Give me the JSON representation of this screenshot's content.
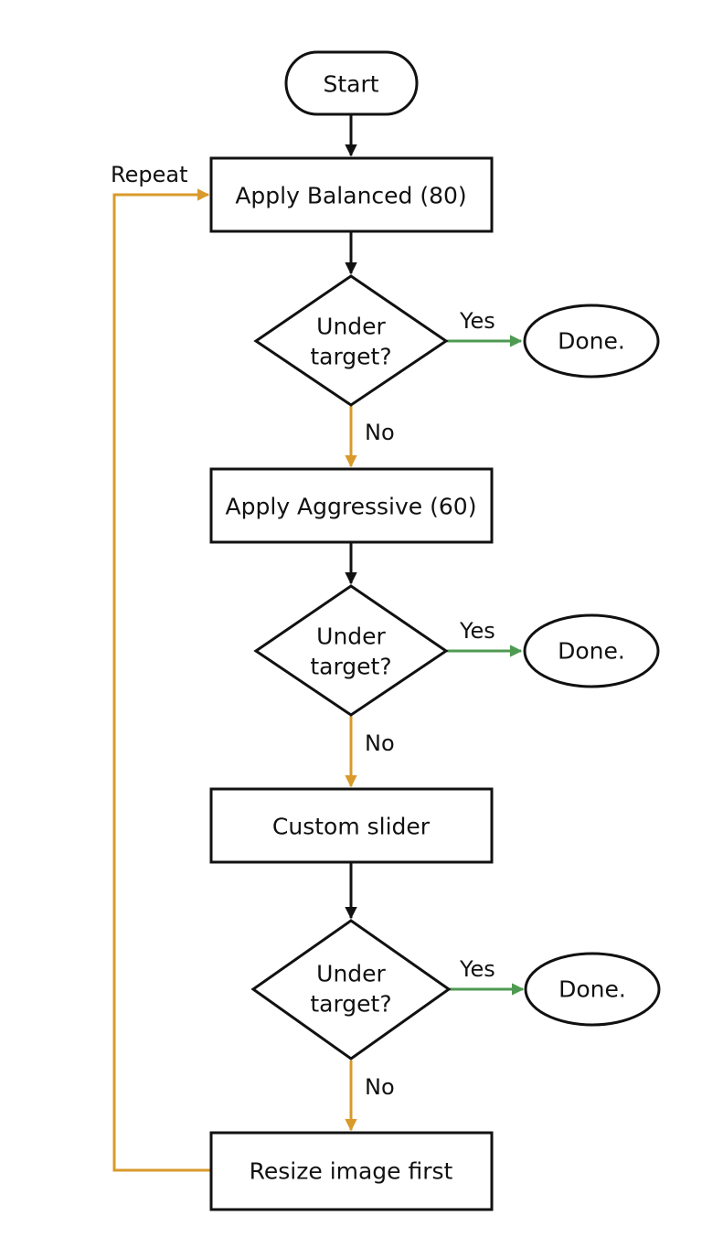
{
  "colors": {
    "main_flow": "#111111",
    "no_branch": "#D99A2B",
    "yes_branch": "#4E9A51",
    "background": "#ffffff"
  },
  "nodes": {
    "start": "Start",
    "balanced": "Apply Balanced (80)",
    "check1": [
      "Under",
      "target?"
    ],
    "done1": "Done.",
    "aggressive": "Apply Aggressive (60)",
    "check2": [
      "Under",
      "target?"
    ],
    "done2": "Done.",
    "custom": "Custom slider",
    "check3": [
      "Under",
      "target?"
    ],
    "done3": "Done.",
    "resize": "Resize image first"
  },
  "labels": {
    "repeat": "Repeat",
    "yes": "Yes",
    "no": "No"
  }
}
